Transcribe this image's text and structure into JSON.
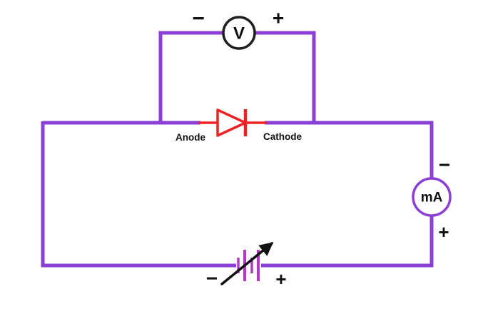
{
  "diagram": {
    "voltmeter": {
      "symbol": "V",
      "polarity_left": "−",
      "polarity_right": "+"
    },
    "ammeter": {
      "symbol": "mA",
      "polarity_top": "−",
      "polarity_bottom": "+"
    },
    "diode": {
      "anode_label": "Anode",
      "cathode_label": "Cathode"
    },
    "source": {
      "type": "variable-dc-source",
      "polarity_left": "−",
      "polarity_right": "+"
    },
    "colors": {
      "wire": "#8b3fd6",
      "diode": "#ee2224",
      "meter": "#1f1f1f",
      "plates": "#b23ac2",
      "text": "#111111"
    }
  }
}
